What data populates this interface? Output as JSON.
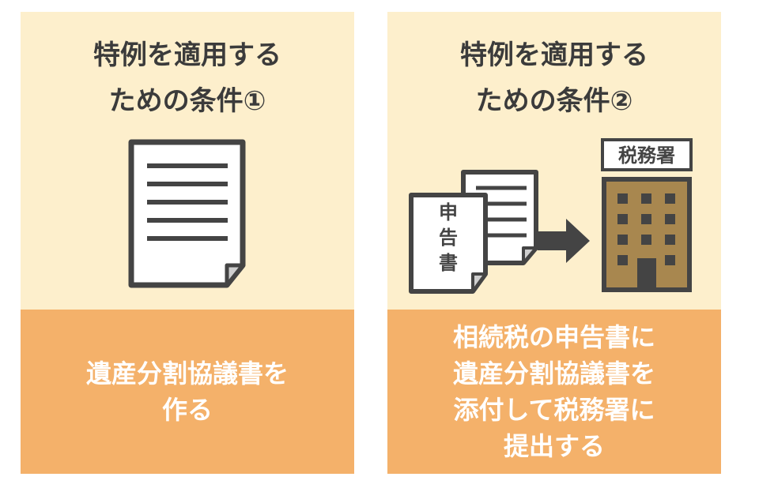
{
  "cards": [
    {
      "title_lines": [
        "特例を適用する",
        "ための条件①"
      ],
      "description_lines": [
        "遺産分割協議書を",
        "作る"
      ],
      "illustration": "document-icon"
    },
    {
      "title_lines": [
        "特例を適用する",
        "ための条件②"
      ],
      "description_lines": [
        "相続税の申告書に",
        "遺産分割協議書を",
        "添付して税務署に",
        "提出する"
      ],
      "illustration": "submit-to-tax-office",
      "form_label_chars": [
        "申",
        "告",
        "書"
      ],
      "office_sign": "税務署"
    }
  ],
  "colors": {
    "title_panel": "#fdefcc",
    "description_panel": "#f4b16a",
    "title_text": "#3b3b3b",
    "description_text": "#ffffff",
    "icon_dark": "#444444",
    "building_fill": "#a8874f"
  }
}
